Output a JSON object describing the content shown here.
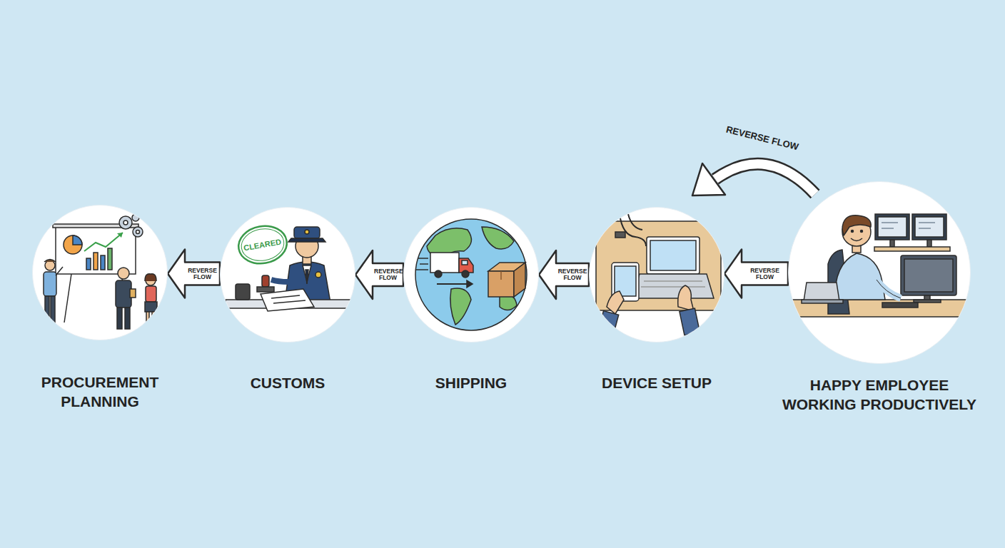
{
  "diagram": {
    "nodes": [
      {
        "text": [
          "PROCUREMENT PLANNING"
        ]
      },
      {
        "text": [
          "CUSTOMS"
        ]
      },
      {
        "text": [
          "SHIPPING"
        ]
      },
      {
        "text": [
          "DEVICE SETUP"
        ]
      },
      {
        "text": [
          "HAPPY EMPLOYEE WORKING PRODUCTIVELY"
        ]
      }
    ],
    "edges": [
      {
        "from": 1,
        "to": 0,
        "arrow": "to",
        "label": "REVERSE FLOW"
      },
      {
        "from": 2,
        "to": 1,
        "arrow": "to",
        "label": "REVERSE FLOW"
      },
      {
        "from": 3,
        "to": 2,
        "arrow": "to",
        "label": "REVERSE FLOW"
      },
      {
        "from": 4,
        "to": 3,
        "arrow": "to",
        "label": "REVERSE FLOW"
      }
    ],
    "labels": [
      "REVERSE FLOW",
      "CLEARED"
    ]
  }
}
